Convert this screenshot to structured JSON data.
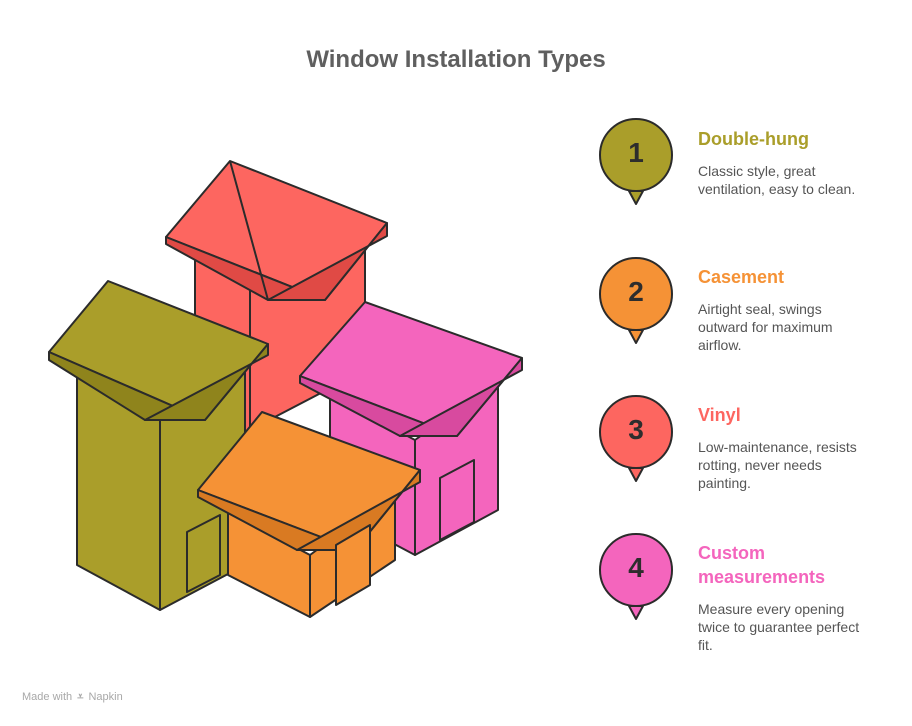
{
  "title": "Window Installation Types",
  "items": [
    {
      "number": "1",
      "title": "Double-hung",
      "description": "Classic style, great ventilation, easy to clean.",
      "color": "#aa9e2a"
    },
    {
      "number": "2",
      "title": "Casement",
      "description": "Airtight seal, swings outward for maximum airflow.",
      "color": "#f59236"
    },
    {
      "number": "3",
      "title": "Vinyl",
      "description": "Low-maintenance, resists rotting, never needs painting.",
      "color": "#fd6660"
    },
    {
      "number": "4",
      "title": "Custom measurements",
      "description": "Measure every opening twice to guarantee perfect fit.",
      "color": "#f465bd"
    }
  ],
  "footer": {
    "made_with": "Made with",
    "brand": "Napkin"
  },
  "icons": [
    "house-icon",
    "location-pin-icon",
    "napkin-logo-icon"
  ]
}
